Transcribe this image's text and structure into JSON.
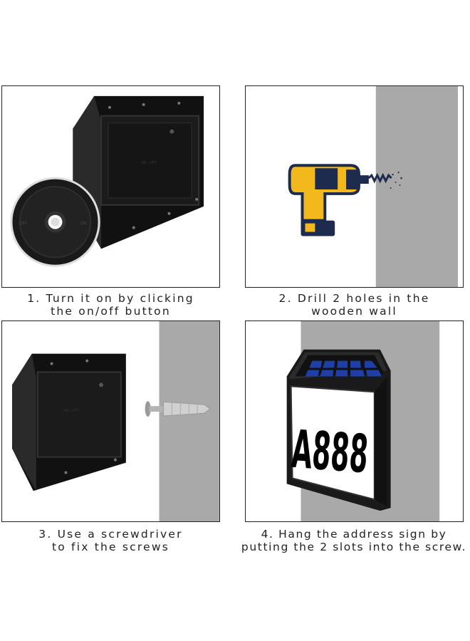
{
  "steps": [
    {
      "line1": "1. Turn it on by clicking",
      "line2": "the on/off button"
    },
    {
      "line1": "2. Drill 2 holes in the",
      "line2": "wooden wall"
    },
    {
      "line1": "3. Use a screwdriver",
      "line2": "to fix the screws"
    },
    {
      "line1": "4. Hang the address sign by",
      "line2": "putting the 2 slots into the screw."
    }
  ],
  "sign": {
    "address_number": "A888"
  },
  "colors": {
    "wall": "#a9a9a9",
    "device": "#1c1c1c",
    "drill_yellow": "#f2b81c",
    "drill_navy": "#1d2b4f",
    "solar_blue": "#1f3fa8"
  }
}
